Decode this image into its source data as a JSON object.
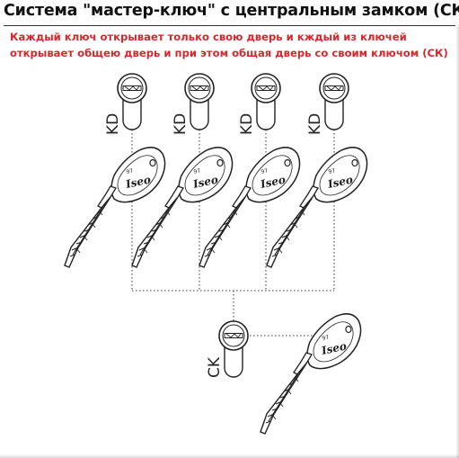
{
  "title": "Система \"мастер-ключ\" с центральным замком (СК)",
  "description": [
    "Каждый ключ открывает только свою дверь и кждый из ключей",
    "открывает общею дверь и при этом общая дверь со своим ключом (СК)"
  ],
  "cylinders": [
    {
      "label": "KD"
    },
    {
      "label": "KD"
    },
    {
      "label": "KD"
    },
    {
      "label": "KD"
    },
    {
      "label": "CK"
    }
  ],
  "key_brand": "Iseo",
  "key_number": "97",
  "colors": {
    "title": "#111111",
    "description": "#d8262a",
    "line": "#222222"
  }
}
